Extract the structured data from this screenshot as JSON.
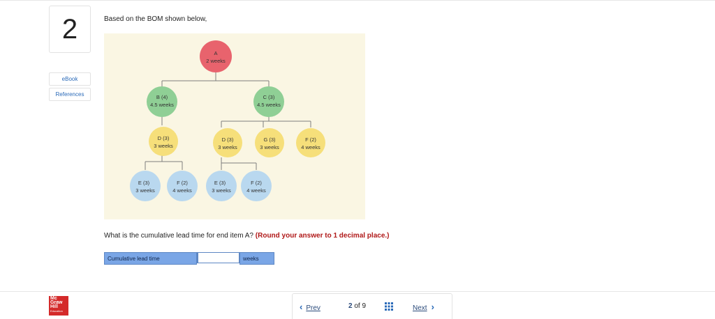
{
  "question": {
    "number": "2",
    "prompt": "Based on the BOM shown below,",
    "text": "What is the cumulative lead time for end item A?",
    "hint": "(Round your answer to 1 decimal place.)"
  },
  "side_links": {
    "ebook": "eBook",
    "references": "References"
  },
  "bom": {
    "nodes": [
      {
        "id": "A",
        "line1": "A",
        "line2": "2 weeks",
        "color": "#e8636d"
      },
      {
        "id": "B",
        "line1": "B (4)",
        "line2": "4.5 weeks",
        "color": "#8fcf95"
      },
      {
        "id": "C",
        "line1": "C (3)",
        "line2": "4.5 weeks",
        "color": "#8fcf95"
      },
      {
        "id": "D1",
        "line1": "D (3)",
        "line2": "3 weeks",
        "color": "#f6df7a"
      },
      {
        "id": "D2",
        "line1": "D (3)",
        "line2": "3 weeks",
        "color": "#f6df7a"
      },
      {
        "id": "G",
        "line1": "G (3)",
        "line2": "3 weeks",
        "color": "#f6df7a"
      },
      {
        "id": "F1",
        "line1": "F (2)",
        "line2": "4 weeks",
        "color": "#f6df7a"
      },
      {
        "id": "E1",
        "line1": "E (3)",
        "line2": "3 weeks",
        "color": "#b9d8ef"
      },
      {
        "id": "F2",
        "line1": "F (2)",
        "line2": "4 weeks",
        "color": "#b9d8ef"
      },
      {
        "id": "E2",
        "line1": "E (3)",
        "line2": "3 weeks",
        "color": "#b9d8ef"
      },
      {
        "id": "F3",
        "line1": "F (2)",
        "line2": "4 weeks",
        "color": "#b9d8ef"
      }
    ]
  },
  "answer": {
    "label": "Cumulative lead time",
    "value": "",
    "unit": "weeks"
  },
  "pager": {
    "prev": "Prev",
    "current": "2",
    "of": "of",
    "total": "9",
    "next": "Next"
  },
  "logo": {
    "l1": "Mc",
    "l2": "Graw",
    "l3": "Hill",
    "l4": "Education"
  }
}
